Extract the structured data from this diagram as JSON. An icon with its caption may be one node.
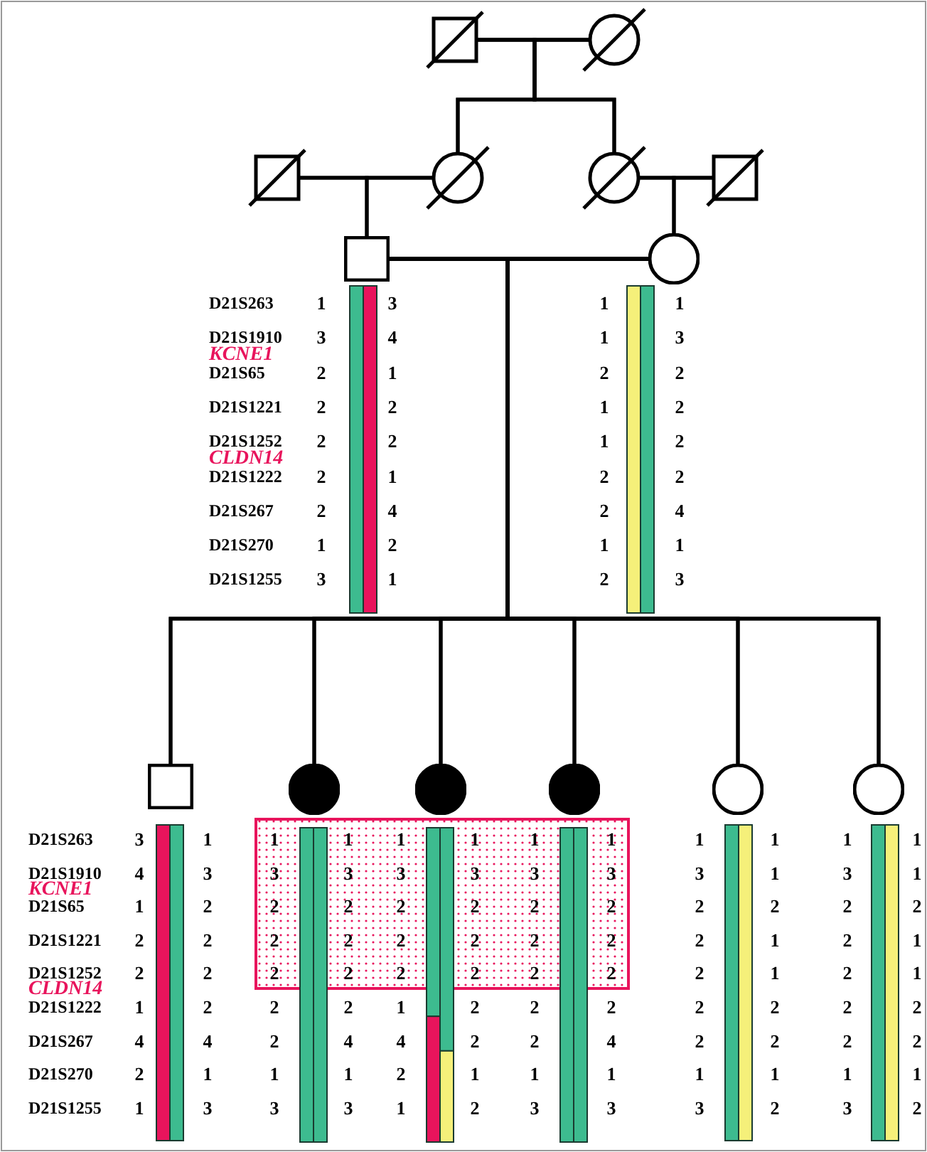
{
  "diagram": {
    "nodes": [
      {
        "text": [],
        "shape": "box"
      },
      {
        "text": [],
        "shape": "circle"
      },
      {
        "text": [],
        "shape": "box"
      },
      {
        "text": [],
        "shape": "circle"
      },
      {
        "text": [],
        "shape": "circle"
      },
      {
        "text": [],
        "shape": "box"
      },
      {
        "text": [],
        "shape": "box"
      },
      {
        "text": [],
        "shape": "circle"
      },
      {
        "text": [],
        "shape": "box"
      },
      {
        "text": [],
        "shape": "circle"
      },
      {
        "text": [],
        "shape": "circle"
      },
      {
        "text": [],
        "shape": "circle"
      },
      {
        "text": [],
        "shape": "circle"
      },
      {
        "text": [],
        "shape": "circle"
      }
    ],
    "edges": [
      {
        "from": 0,
        "to": 1,
        "arrow": "none"
      },
      {
        "from": 0,
        "to": 3,
        "arrow": "none"
      },
      {
        "from": 1,
        "to": 3,
        "arrow": "none"
      },
      {
        "from": 0,
        "to": 4,
        "arrow": "none"
      },
      {
        "from": 1,
        "to": 4,
        "arrow": "none"
      },
      {
        "from": 2,
        "to": 3,
        "arrow": "none"
      },
      {
        "from": 4,
        "to": 5,
        "arrow": "none"
      },
      {
        "from": 2,
        "to": 6,
        "arrow": "none"
      },
      {
        "from": 3,
        "to": 6,
        "arrow": "none"
      },
      {
        "from": 4,
        "to": 7,
        "arrow": "none"
      },
      {
        "from": 5,
        "to": 7,
        "arrow": "none"
      },
      {
        "from": 6,
        "to": 7,
        "arrow": "none"
      },
      {
        "from": 6,
        "to": 8,
        "arrow": "none"
      },
      {
        "from": 7,
        "to": 8,
        "arrow": "none"
      },
      {
        "from": 6,
        "to": 9,
        "arrow": "none"
      },
      {
        "from": 7,
        "to": 9,
        "arrow": "none"
      },
      {
        "from": 6,
        "to": 10,
        "arrow": "none"
      },
      {
        "from": 7,
        "to": 10,
        "arrow": "none"
      },
      {
        "from": 6,
        "to": 11,
        "arrow": "none"
      },
      {
        "from": 7,
        "to": 11,
        "arrow": "none"
      },
      {
        "from": 6,
        "to": 12,
        "arrow": "none"
      },
      {
        "from": 7,
        "to": 12,
        "arrow": "none"
      },
      {
        "from": 6,
        "to": 13,
        "arrow": "none"
      },
      {
        "from": 7,
        "to": 13,
        "arrow": "none"
      }
    ],
    "labels": [
      "D21S263",
      "D21S1910",
      "KCNE1",
      "D21S65",
      "D21S1221",
      "D21S1252",
      "CLDN14",
      "D21S1222",
      "D21S267",
      "D21S270",
      "D21S1255",
      "1",
      "3",
      "2",
      "2",
      "2",
      "2",
      "2",
      "1",
      "3",
      "3",
      "4",
      "1",
      "2",
      "2",
      "1",
      "4",
      "2",
      "1",
      "1",
      "1",
      "2",
      "1",
      "1",
      "2",
      "2",
      "1",
      "2",
      "1",
      "3",
      "2",
      "2",
      "2",
      "2",
      "4",
      "1",
      "3",
      "D21S263",
      "D21S1910",
      "KCNE1",
      "D21S65",
      "D21S1221",
      "D21S1252",
      "CLDN14",
      "D21S1222",
      "D21S267",
      "D21S270",
      "D21S1255",
      "3",
      "4",
      "1",
      "2",
      "2",
      "1",
      "4",
      "2",
      "1",
      "1",
      "3",
      "2",
      "2",
      "2",
      "2",
      "4",
      "1",
      "3",
      "1",
      "3",
      "2",
      "2",
      "2",
      "2",
      "2",
      "1",
      "3",
      "1",
      "3",
      "2",
      "2",
      "2",
      "2",
      "4",
      "1",
      "3",
      "1",
      "3",
      "2",
      "2",
      "2",
      "1",
      "4",
      "2",
      "1",
      "1",
      "3",
      "2",
      "2",
      "2",
      "2",
      "2",
      "1",
      "2",
      "1",
      "3",
      "2",
      "2",
      "2",
      "2",
      "2",
      "1",
      "3",
      "1",
      "3",
      "2",
      "2",
      "2",
      "2",
      "4",
      "1",
      "3",
      "1",
      "3",
      "2",
      "2",
      "2",
      "2",
      "2",
      "1",
      "3",
      "1",
      "1",
      "2",
      "1",
      "1",
      "2",
      "2",
      "1",
      "2",
      "1",
      "3",
      "2",
      "2",
      "2",
      "2",
      "2",
      "1",
      "3",
      "1",
      "1",
      "2",
      "1",
      "1",
      "2",
      "2",
      "1",
      "2"
    ]
  }
}
